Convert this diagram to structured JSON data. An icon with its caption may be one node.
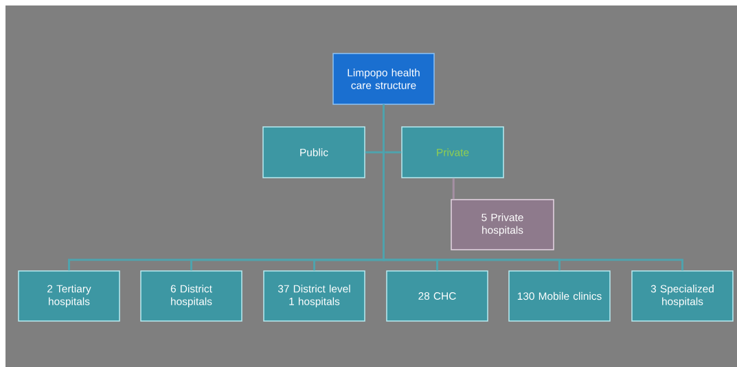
{
  "diagram": {
    "nodes": [
      {
        "text": [
          "Limpopo health care structure"
        ]
      },
      {
        "text": [
          "Public"
        ]
      },
      {
        "text": [
          "Private"
        ]
      },
      {
        "text": [
          "5 Private hospitals"
        ]
      },
      {
        "text": [
          "2 Tertiary hospitals"
        ]
      },
      {
        "text": [
          "6 District hospitals"
        ]
      },
      {
        "text": [
          "37 District level 1 hospitals"
        ]
      },
      {
        "text": [
          "28 CHC"
        ]
      },
      {
        "text": [
          "130 Mobile clinics"
        ]
      },
      {
        "text": [
          "3 Specialized hospitals"
        ]
      }
    ],
    "edges": [
      {
        "from": 0,
        "to": 1,
        "arrow": "none"
      },
      {
        "from": 0,
        "to": 2,
        "arrow": "none"
      },
      {
        "from": 2,
        "to": 3,
        "arrow": "none",
        "color": "#a58fa3"
      },
      {
        "from": 0,
        "to": 4,
        "arrow": "none"
      },
      {
        "from": 0,
        "to": 5,
        "arrow": "none"
      },
      {
        "from": 0,
        "to": 6,
        "arrow": "none"
      },
      {
        "from": 0,
        "to": 7,
        "arrow": "none"
      },
      {
        "from": 0,
        "to": 8,
        "arrow": "none"
      },
      {
        "from": 0,
        "to": 9,
        "arrow": "none"
      }
    ]
  }
}
